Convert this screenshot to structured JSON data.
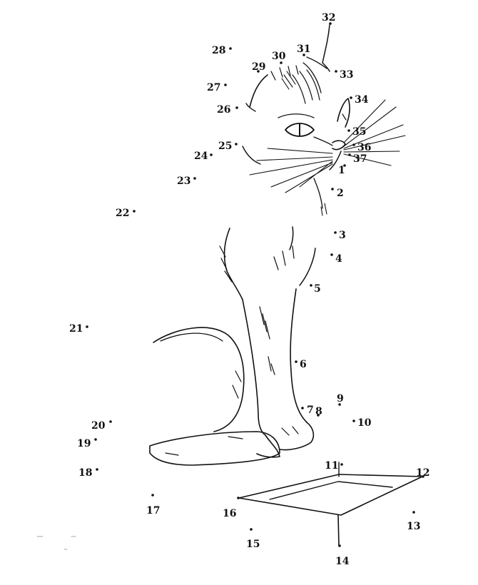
{
  "puzzle": {
    "kind": "connect-the-dots",
    "subject_drawing": "cat-sitting",
    "ink_color": "#111111",
    "paper_color": "#ffffff",
    "dot_labels": [
      "1",
      "2",
      "3",
      "4",
      "5",
      "6",
      "7",
      "8",
      "9",
      "10",
      "11",
      "12",
      "13",
      "14",
      "15",
      "16",
      "17",
      "18",
      "19",
      "20",
      "21",
      "22",
      "23",
      "24",
      "25",
      "26",
      "27",
      "28",
      "29",
      "30",
      "31",
      "32",
      "33",
      "34",
      "35",
      "36",
      "37"
    ]
  }
}
